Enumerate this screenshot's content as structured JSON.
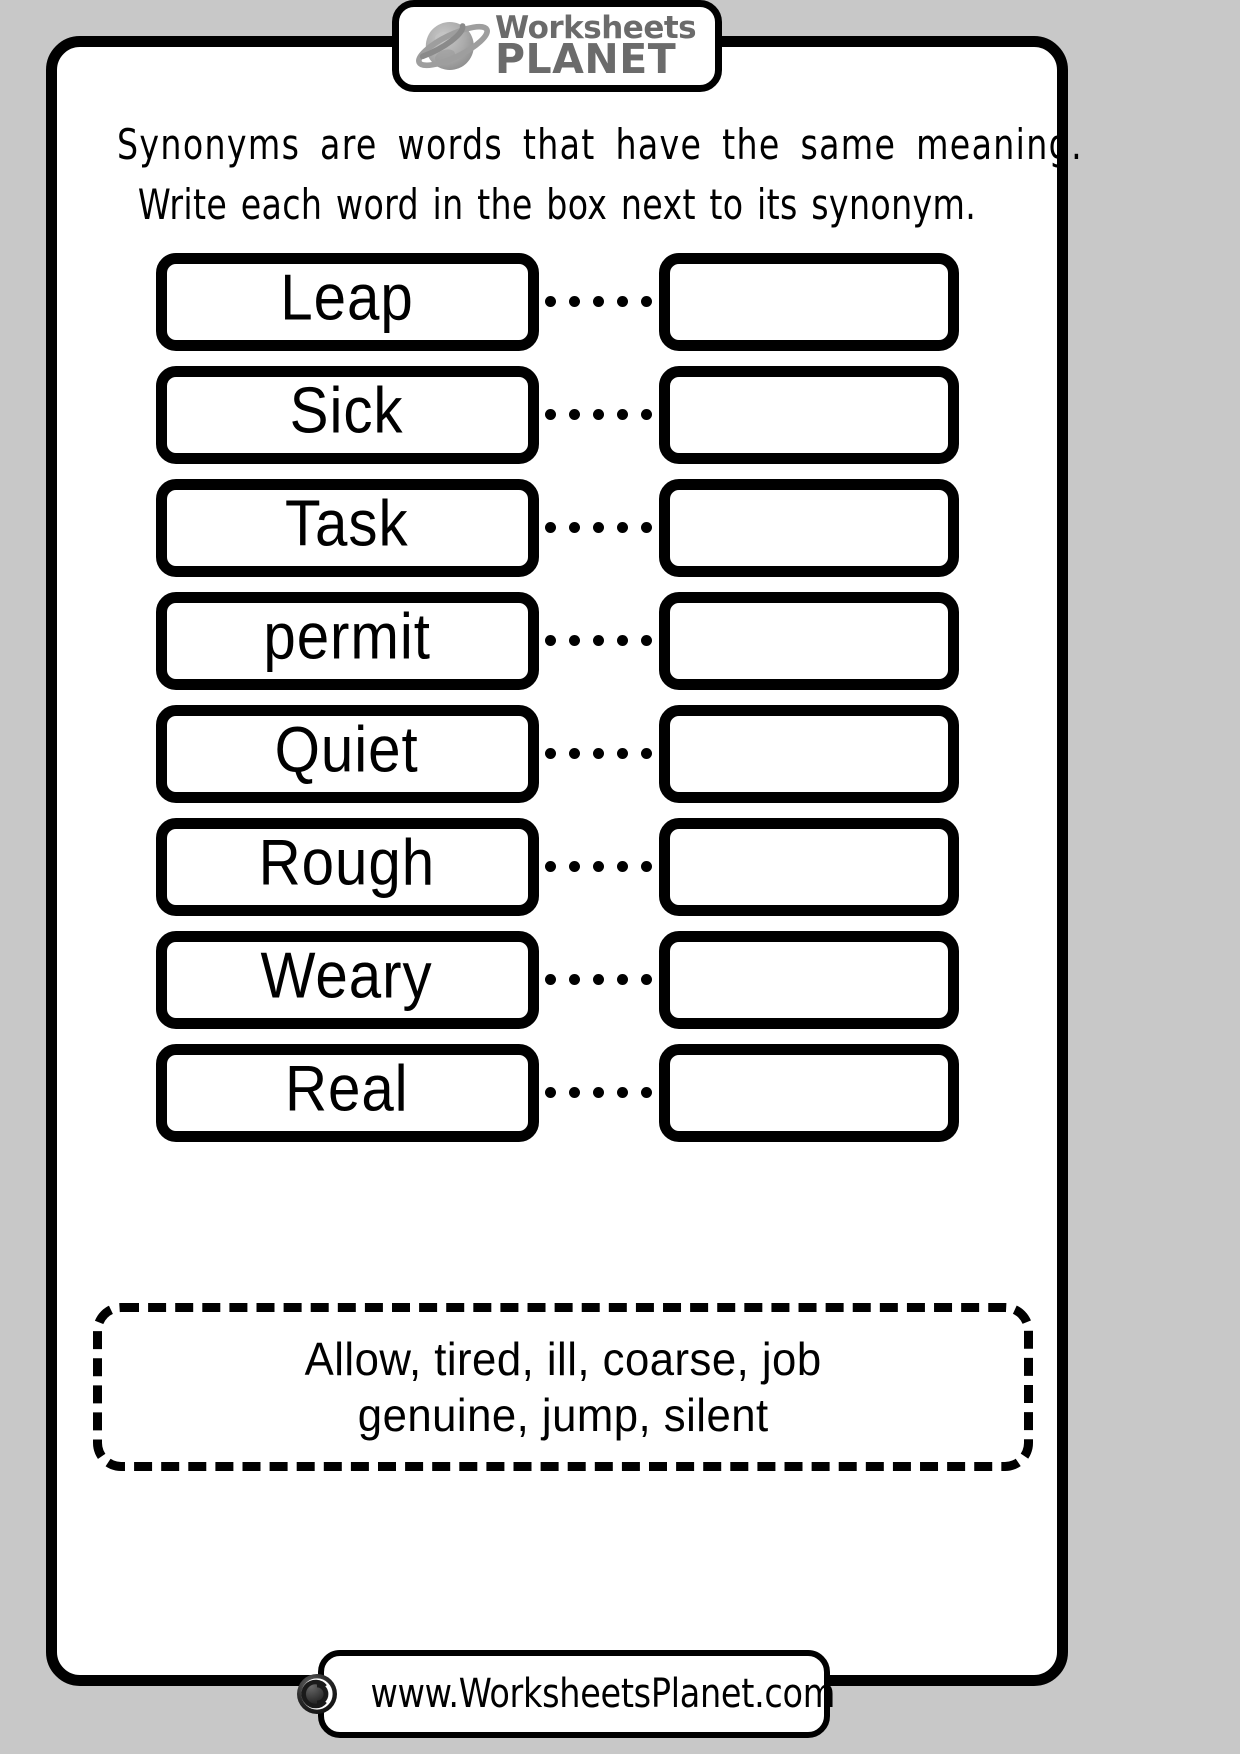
{
  "page": {
    "background_color": "#c8c8c8",
    "sheet_color": "#ffffff",
    "ink_color": "#000000"
  },
  "logo": {
    "icon": "saturn-planet-icon",
    "icon_color": "#a8a8a8",
    "text_color": "#6b6b6b",
    "line1": "Worksheets",
    "line2": "PLANET"
  },
  "instructions": {
    "line1": "Synonyms are words that have the same meaning.",
    "line2": "Write each word in the box next to its synonym."
  },
  "exercise": {
    "dots_per_row": 5,
    "rows": [
      {
        "word": "Leap",
        "answer": ""
      },
      {
        "word": "Sick",
        "answer": ""
      },
      {
        "word": "Task",
        "answer": ""
      },
      {
        "word": "permit",
        "answer": ""
      },
      {
        "word": "Quiet",
        "answer": ""
      },
      {
        "word": "Rough",
        "answer": ""
      },
      {
        "word": "Weary",
        "answer": ""
      },
      {
        "word": "Real",
        "answer": ""
      }
    ]
  },
  "word_bank": {
    "line1": "Allow, tired, ill, coarse, job",
    "line2": "genuine, jump, silent",
    "words": [
      "Allow",
      "tired",
      "ill",
      "coarse",
      "job",
      "genuine",
      "jump",
      "silent"
    ]
  },
  "footer": {
    "icon": "copyright-icon",
    "url": "www.WorksheetsPlanet.com"
  }
}
